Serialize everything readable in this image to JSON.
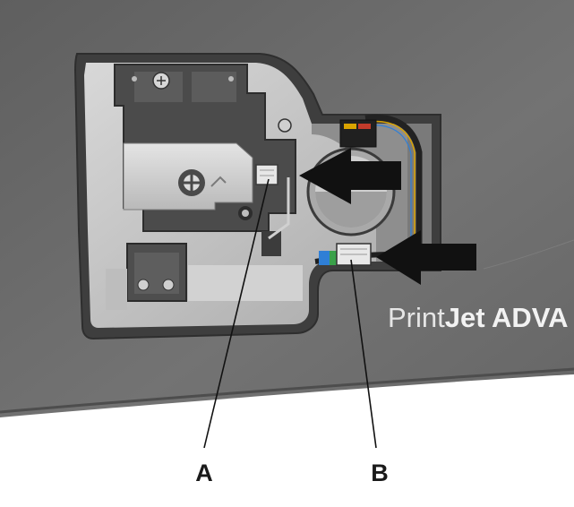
{
  "brand": {
    "light": "Print",
    "bold": "Jet ADVA"
  },
  "callouts": [
    {
      "label": "A"
    },
    {
      "label": "B"
    }
  ],
  "colors": {
    "panel": "#6e6e6e",
    "panel_edge": "#4a4a4a",
    "bay_metal": "#cfcfcf",
    "arrow": "#111111",
    "cable_accents": [
      "#d9a300",
      "#2f7fd6",
      "#3aa14a",
      "#c23b2b"
    ]
  }
}
